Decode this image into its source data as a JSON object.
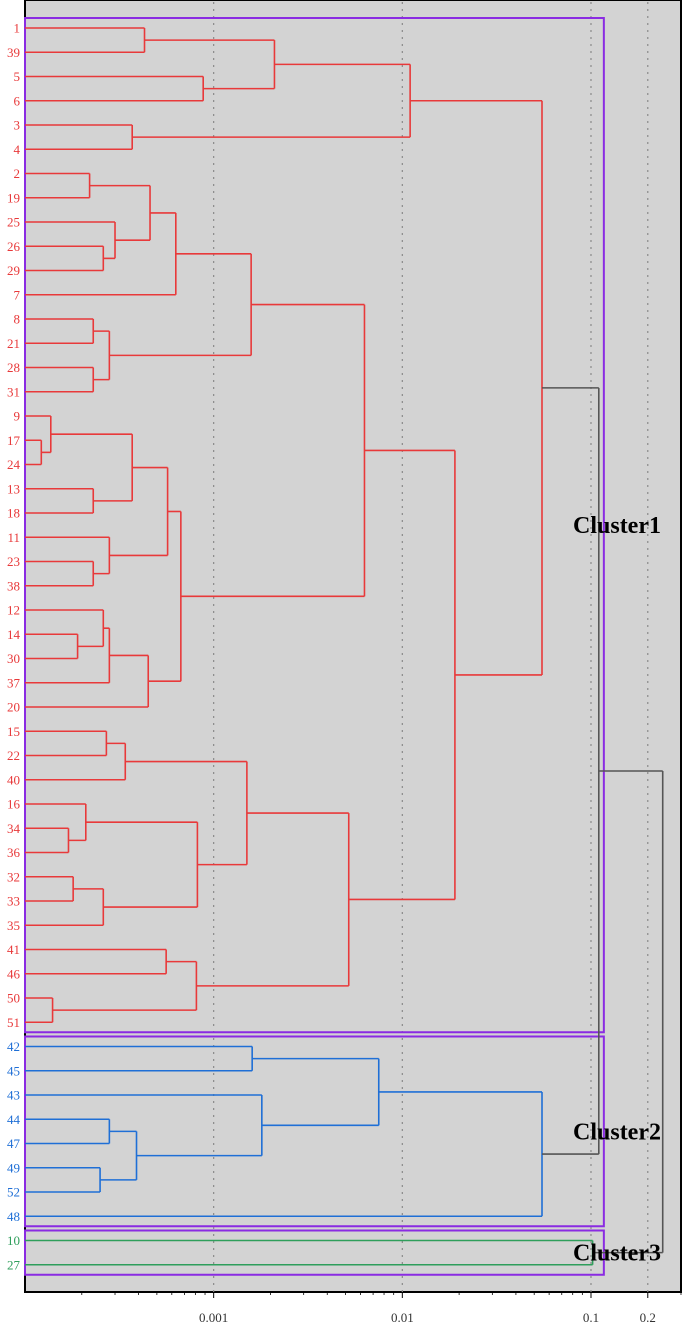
{
  "chart_data": {
    "type": "dendrogram",
    "orientation": "horizontal",
    "x_scale": "log",
    "xlim": [
      0.0001,
      0.3
    ],
    "x_ticks": [
      {
        "value": 0.001,
        "label": "0.001"
      },
      {
        "value": 0.01,
        "label": "0.01"
      },
      {
        "value": 0.1,
        "label": "0.1"
      },
      {
        "value": 0.2,
        "label": "0.2"
      }
    ],
    "grid": "dotted vertical at ticks",
    "leaf_order": [
      "1",
      "39",
      "5",
      "6",
      "3",
      "4",
      "2",
      "19",
      "25",
      "26",
      "29",
      "7",
      "8",
      "21",
      "28",
      "31",
      "9",
      "17",
      "24",
      "13",
      "18",
      "11",
      "23",
      "38",
      "12",
      "14",
      "30",
      "37",
      "20",
      "15",
      "22",
      "40",
      "16",
      "34",
      "36",
      "32",
      "33",
      "35",
      "41",
      "46",
      "50",
      "51",
      "42",
      "45",
      "43",
      "44",
      "47",
      "49",
      "52",
      "48",
      "10",
      "27"
    ],
    "clusters": [
      {
        "label": "Cluster1",
        "color": "#e8393a",
        "leaves": [
          "1",
          "39",
          "5",
          "6",
          "3",
          "4",
          "2",
          "19",
          "25",
          "26",
          "29",
          "7",
          "8",
          "21",
          "28",
          "31",
          "9",
          "17",
          "24",
          "13",
          "18",
          "11",
          "23",
          "38",
          "12",
          "14",
          "30",
          "37",
          "20",
          "15",
          "22",
          "40",
          "16",
          "34",
          "36",
          "32",
          "33",
          "35",
          "41",
          "46",
          "50",
          "51"
        ]
      },
      {
        "label": "Cluster2",
        "color": "#1f6fd6",
        "leaves": [
          "42",
          "45",
          "43",
          "44",
          "47",
          "49",
          "52",
          "48"
        ]
      },
      {
        "label": "Cluster3",
        "color": "#2e9e5b",
        "leaves": [
          "10",
          "27"
        ]
      }
    ],
    "merges": [
      {
        "id": "a1",
        "children": [
          "1",
          "39"
        ],
        "height": 0.00043,
        "color": "#e8393a"
      },
      {
        "id": "a2",
        "children": [
          "5",
          "6"
        ],
        "height": 0.00088,
        "color": "#e8393a"
      },
      {
        "id": "a3",
        "children": [
          "a1",
          "a2"
        ],
        "height": 0.0021,
        "color": "#e8393a"
      },
      {
        "id": "a4",
        "children": [
          "3",
          "4"
        ],
        "height": 0.00037,
        "color": "#e8393a"
      },
      {
        "id": "a5",
        "children": [
          "a3",
          "a4"
        ],
        "height": 0.011,
        "color": "#e8393a"
      },
      {
        "id": "b1",
        "children": [
          "2",
          "19"
        ],
        "height": 0.00022,
        "color": "#e8393a"
      },
      {
        "id": "b2",
        "children": [
          "26",
          "29"
        ],
        "height": 0.00026,
        "color": "#e8393a"
      },
      {
        "id": "b3",
        "children": [
          "25",
          "b2"
        ],
        "height": 0.0003,
        "color": "#e8393a"
      },
      {
        "id": "b4",
        "children": [
          "b1",
          "b3"
        ],
        "height": 0.00046,
        "color": "#e8393a"
      },
      {
        "id": "b5",
        "children": [
          "b4",
          "7"
        ],
        "height": 0.00063,
        "color": "#e8393a"
      },
      {
        "id": "b6",
        "children": [
          "8",
          "21"
        ],
        "height": 0.00023,
        "color": "#e8393a"
      },
      {
        "id": "b7",
        "children": [
          "28",
          "31"
        ],
        "height": 0.00023,
        "color": "#e8393a"
      },
      {
        "id": "b8",
        "children": [
          "b6",
          "b7"
        ],
        "height": 0.00028,
        "color": "#e8393a"
      },
      {
        "id": "b9",
        "children": [
          "b5",
          "b8"
        ],
        "height": 0.00158,
        "color": "#e8393a"
      },
      {
        "id": "c1",
        "children": [
          "17",
          "24"
        ],
        "height": 0.000122,
        "color": "#e8393a"
      },
      {
        "id": "c2",
        "children": [
          "9",
          "c1"
        ],
        "height": 0.000137,
        "color": "#e8393a"
      },
      {
        "id": "c3",
        "children": [
          "13",
          "18"
        ],
        "height": 0.00023,
        "color": "#e8393a"
      },
      {
        "id": "c4",
        "children": [
          "c2",
          "c3"
        ],
        "height": 0.00037,
        "color": "#e8393a"
      },
      {
        "id": "c5",
        "children": [
          "23",
          "38"
        ],
        "height": 0.00023,
        "color": "#e8393a"
      },
      {
        "id": "c6",
        "children": [
          "11",
          "c5"
        ],
        "height": 0.00028,
        "color": "#e8393a"
      },
      {
        "id": "c7",
        "children": [
          "c4",
          "c6"
        ],
        "height": 0.00057,
        "color": "#e8393a"
      },
      {
        "id": "c8",
        "children": [
          "14",
          "30"
        ],
        "height": 0.00019,
        "color": "#e8393a"
      },
      {
        "id": "c9",
        "children": [
          "12",
          "c8"
        ],
        "height": 0.00026,
        "color": "#e8393a"
      },
      {
        "id": "c10",
        "children": [
          "c9",
          "37"
        ],
        "height": 0.00028,
        "color": "#e8393a"
      },
      {
        "id": "c11",
        "children": [
          "c10",
          "20"
        ],
        "height": 0.00045,
        "color": "#e8393a"
      },
      {
        "id": "c12",
        "children": [
          "c7",
          "c11"
        ],
        "height": 0.00067,
        "color": "#e8393a"
      },
      {
        "id": "c13",
        "children": [
          "b9",
          "c12"
        ],
        "height": 0.0063,
        "color": "#e8393a"
      },
      {
        "id": "d1",
        "children": [
          "15",
          "22"
        ],
        "height": 0.00027,
        "color": "#e8393a"
      },
      {
        "id": "d2",
        "children": [
          "d1",
          "40"
        ],
        "height": 0.00034,
        "color": "#e8393a"
      },
      {
        "id": "d3",
        "children": [
          "34",
          "36"
        ],
        "height": 0.00017,
        "color": "#e8393a"
      },
      {
        "id": "d4",
        "children": [
          "16",
          "d3"
        ],
        "height": 0.00021,
        "color": "#e8393a"
      },
      {
        "id": "d5",
        "children": [
          "32",
          "33"
        ],
        "height": 0.00018,
        "color": "#e8393a"
      },
      {
        "id": "d6",
        "children": [
          "d5",
          "35"
        ],
        "height": 0.00026,
        "color": "#e8393a"
      },
      {
        "id": "d7",
        "children": [
          "d4",
          "d6"
        ],
        "height": 0.00082,
        "color": "#e8393a"
      },
      {
        "id": "d8",
        "children": [
          "d2",
          "d7"
        ],
        "height": 0.0015,
        "color": "#e8393a"
      },
      {
        "id": "d9",
        "children": [
          "41",
          "46"
        ],
        "height": 0.00056,
        "color": "#e8393a"
      },
      {
        "id": "d10",
        "children": [
          "50",
          "51"
        ],
        "height": 0.00014,
        "color": "#e8393a"
      },
      {
        "id": "d11",
        "children": [
          "d9",
          "d10"
        ],
        "height": 0.00081,
        "color": "#e8393a"
      },
      {
        "id": "d12",
        "children": [
          "d8",
          "d11"
        ],
        "height": 0.0052,
        "color": "#e8393a"
      },
      {
        "id": "d13",
        "children": [
          "c13",
          "d12"
        ],
        "height": 0.019,
        "color": "#e8393a"
      },
      {
        "id": "e1",
        "children": [
          "a5",
          "d13"
        ],
        "height": 0.055,
        "color": "#e8393a"
      },
      {
        "id": "f1",
        "children": [
          "42",
          "45"
        ],
        "height": 0.0016,
        "color": "#1f6fd6"
      },
      {
        "id": "f2",
        "children": [
          "44",
          "47"
        ],
        "height": 0.00028,
        "color": "#1f6fd6"
      },
      {
        "id": "f3",
        "children": [
          "49",
          "52"
        ],
        "height": 0.00025,
        "color": "#1f6fd6"
      },
      {
        "id": "f4",
        "children": [
          "f2",
          "f3"
        ],
        "height": 0.00039,
        "color": "#1f6fd6"
      },
      {
        "id": "f5",
        "children": [
          "43",
          "f4"
        ],
        "height": 0.0018,
        "color": "#1f6fd6"
      },
      {
        "id": "f6",
        "children": [
          "f1",
          "f5"
        ],
        "height": 0.0075,
        "color": "#1f6fd6"
      },
      {
        "id": "f7",
        "children": [
          "f6",
          "48"
        ],
        "height": 0.055,
        "color": "#1f6fd6"
      },
      {
        "id": "g1",
        "children": [
          "10",
          "27"
        ],
        "height": 0.102,
        "color": "#2e9e5b"
      },
      {
        "id": "h1",
        "children": [
          "e1",
          "f7"
        ],
        "height": 0.11,
        "color": "#555555"
      },
      {
        "id": "h2",
        "children": [
          "h1",
          "g1"
        ],
        "height": 0.24,
        "color": "#555555"
      }
    ]
  }
}
